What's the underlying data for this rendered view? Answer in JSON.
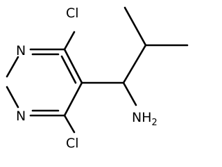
{
  "molecule": {
    "atoms": {
      "cl_top": "Cl",
      "cl_bottom": "Cl",
      "n_top": "N",
      "n_bottom": "N",
      "amine": "NH",
      "amine_subscript": "2"
    }
  }
}
